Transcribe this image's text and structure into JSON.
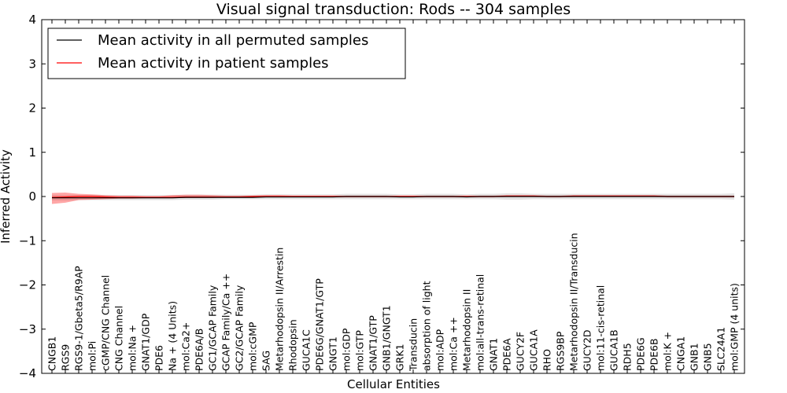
{
  "chart_data": {
    "type": "line",
    "title": "Visual signal transduction: Rods -- 304 samples",
    "xlabel": "Cellular Entities",
    "ylabel": "Inferred Activity",
    "ylim": [
      -4,
      4
    ],
    "yticks": [
      "−4",
      "−3",
      "−2",
      "−1",
      "0",
      "1",
      "2",
      "3",
      "4"
    ],
    "ytick_values": [
      -4,
      -3,
      -2,
      -1,
      0,
      1,
      2,
      3,
      4
    ],
    "legend_position": "top-left",
    "categories": [
      "CNGB1",
      "RGS9",
      "RGS9-1/Gbeta5/R9AP",
      "mol:Pi",
      "cGMP/CNG Channel",
      "CNG Channel",
      "mol:Na +",
      "GNAT1/GDP",
      "PDE6",
      "Na + (4 Units)",
      "mol:Ca2+",
      "PDE6A/B",
      "GC1/GCAP Family",
      "GCAP Family/Ca ++",
      "GC2/GCAP Family",
      "mol:cGMP",
      "SAG",
      "Metarhodopsin II/Arrestin",
      "Rhodopsin",
      "GUCA1C",
      "PDE6G/GNAT1/GTP",
      "GNGT1",
      "mol:GDP",
      "mol:GTP",
      "GNAT1/GTP",
      "GNB1/GNGT1",
      "GRK1",
      "Transducin",
      "absorption of light",
      "mol:ADP",
      "mol:Ca ++",
      "Metarhodopsin II",
      "mol:all-trans-retinal",
      "GNAT1",
      "PDE6A",
      "GUCY2F",
      "GUCA1A",
      "RHO",
      "RGS9BP",
      "Metarhodopsin II/Transducin",
      "GUCY2D",
      "mol:11-cis-retinal",
      "GUCA1B",
      "RDH5",
      "PDE6G",
      "PDE6B",
      "mol:K +",
      "CNGA1",
      "GNB1",
      "GNB5",
      "SLC24A1",
      "mol:GMP (4 units)"
    ],
    "series": [
      {
        "name": "Mean activity in all permuted samples",
        "color": "#000000",
        "band_color": "#c8c8c8",
        "values": [
          -0.03,
          -0.03,
          -0.03,
          -0.03,
          -0.03,
          -0.03,
          -0.03,
          -0.03,
          -0.03,
          -0.03,
          -0.02,
          -0.02,
          -0.02,
          -0.02,
          -0.02,
          -0.02,
          -0.01,
          -0.01,
          -0.01,
          -0.01,
          -0.01,
          -0.01,
          0.0,
          0.0,
          0.0,
          0.0,
          -0.01,
          -0.01,
          0.0,
          0.0,
          0.0,
          -0.01,
          0.0,
          0.0,
          0.0,
          0.0,
          0.0,
          0.0,
          0.0,
          0.0,
          0.0,
          0.0,
          0.0,
          0.0,
          0.0,
          0.0,
          0.0,
          0.0,
          0.0,
          0.0,
          0.0,
          0.0
        ],
        "lower": [
          -0.09,
          -0.09,
          -0.08,
          -0.08,
          -0.08,
          -0.08,
          -0.08,
          -0.08,
          -0.08,
          -0.08,
          -0.07,
          -0.07,
          -0.07,
          -0.06,
          -0.06,
          -0.06,
          -0.06,
          -0.06,
          -0.06,
          -0.06,
          -0.06,
          -0.06,
          -0.06,
          -0.06,
          -0.06,
          -0.06,
          -0.06,
          -0.06,
          -0.06,
          -0.06,
          -0.06,
          -0.06,
          -0.06,
          -0.06,
          -0.07,
          -0.07,
          -0.06,
          -0.06,
          -0.06,
          -0.06,
          -0.06,
          -0.06,
          -0.06,
          -0.06,
          -0.06,
          -0.06,
          -0.06,
          -0.06,
          -0.06,
          -0.06,
          -0.06,
          -0.07
        ],
        "upper": [
          0.03,
          0.03,
          0.03,
          0.03,
          0.03,
          0.03,
          0.03,
          0.03,
          0.03,
          0.03,
          0.04,
          0.04,
          0.04,
          0.04,
          0.04,
          0.04,
          0.05,
          0.05,
          0.05,
          0.05,
          0.05,
          0.05,
          0.06,
          0.06,
          0.06,
          0.06,
          0.05,
          0.05,
          0.06,
          0.06,
          0.06,
          0.05,
          0.06,
          0.06,
          0.07,
          0.07,
          0.06,
          0.06,
          0.06,
          0.06,
          0.06,
          0.06,
          0.06,
          0.06,
          0.06,
          0.06,
          0.06,
          0.06,
          0.06,
          0.06,
          0.06,
          0.07
        ]
      },
      {
        "name": "Mean activity in patient samples",
        "color": "#ff0000",
        "band_color": "#ff0000",
        "values": [
          -0.02,
          -0.01,
          0.0,
          0.0,
          -0.01,
          -0.02,
          -0.02,
          -0.02,
          -0.02,
          -0.02,
          -0.01,
          -0.01,
          -0.01,
          -0.01,
          -0.01,
          0.0,
          0.0,
          0.0,
          0.0,
          0.0,
          0.0,
          0.0,
          0.0,
          0.0,
          0.0,
          0.0,
          0.0,
          0.0,
          0.0,
          0.0,
          0.0,
          0.0,
          0.0,
          0.0,
          0.01,
          0.01,
          0.01,
          0.0,
          0.0,
          0.01,
          0.01,
          0.01,
          0.01,
          0.01,
          0.01,
          0.01,
          0.0,
          0.0,
          0.0,
          0.0,
          0.0,
          0.0
        ],
        "lower": [
          -0.17,
          -0.14,
          -0.08,
          -0.07,
          -0.06,
          -0.05,
          -0.05,
          -0.04,
          -0.04,
          -0.04,
          -0.03,
          -0.03,
          -0.03,
          -0.02,
          -0.02,
          -0.02,
          -0.02,
          -0.02,
          -0.02,
          -0.02,
          -0.02,
          -0.02,
          -0.02,
          -0.02,
          -0.02,
          -0.02,
          -0.02,
          -0.02,
          -0.02,
          -0.02,
          -0.02,
          -0.02,
          -0.02,
          -0.02,
          -0.01,
          -0.01,
          -0.01,
          -0.02,
          -0.02,
          -0.01,
          -0.01,
          -0.01,
          -0.01,
          -0.01,
          -0.01,
          -0.01,
          -0.02,
          -0.02,
          -0.02,
          -0.02,
          -0.02,
          -0.02
        ],
        "upper": [
          0.08,
          0.09,
          0.06,
          0.05,
          0.03,
          0.02,
          0.02,
          0.01,
          0.01,
          0.03,
          0.04,
          0.04,
          0.03,
          0.02,
          0.02,
          0.02,
          0.03,
          0.03,
          0.02,
          0.02,
          0.02,
          0.02,
          0.02,
          0.02,
          0.02,
          0.02,
          0.02,
          0.02,
          0.02,
          0.02,
          0.02,
          0.02,
          0.02,
          0.02,
          0.03,
          0.03,
          0.03,
          0.02,
          0.02,
          0.03,
          0.03,
          0.03,
          0.03,
          0.03,
          0.03,
          0.03,
          0.02,
          0.02,
          0.02,
          0.02,
          0.02,
          0.02
        ]
      }
    ]
  }
}
